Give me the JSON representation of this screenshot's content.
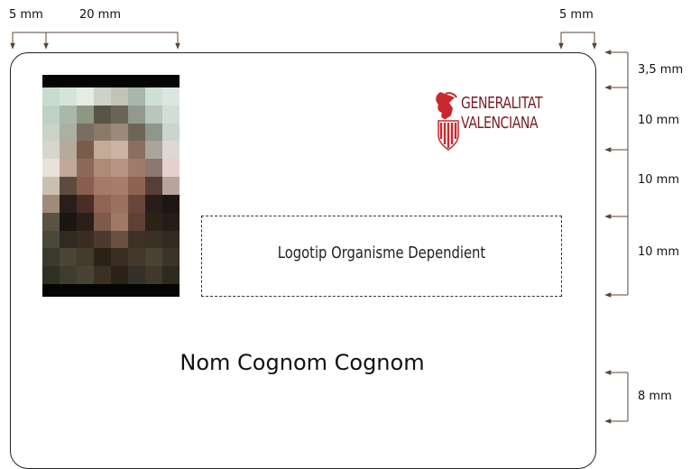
{
  "dimensions": {
    "top_left_margin": "5 mm",
    "photo_width": "20 mm",
    "top_right_margin": "5 mm",
    "right_top_offset": "3,5 mm",
    "right_spacing_1": "10 mm",
    "right_spacing_2": "10 mm",
    "right_spacing_3": "10 mm",
    "bottom_spacing": "8 mm"
  },
  "logo": {
    "line1": "GENERALITAT",
    "line2": "VALENCIANA"
  },
  "dependent_box": {
    "label": "Logotip Organisme Dependient"
  },
  "cardholder": {
    "name": "Nom Cognom Cognom"
  },
  "colors": {
    "logo_red": "#c8282e",
    "logo_text": "#7a1c22",
    "stroke": "#222222",
    "arrow": "#5a4438"
  }
}
